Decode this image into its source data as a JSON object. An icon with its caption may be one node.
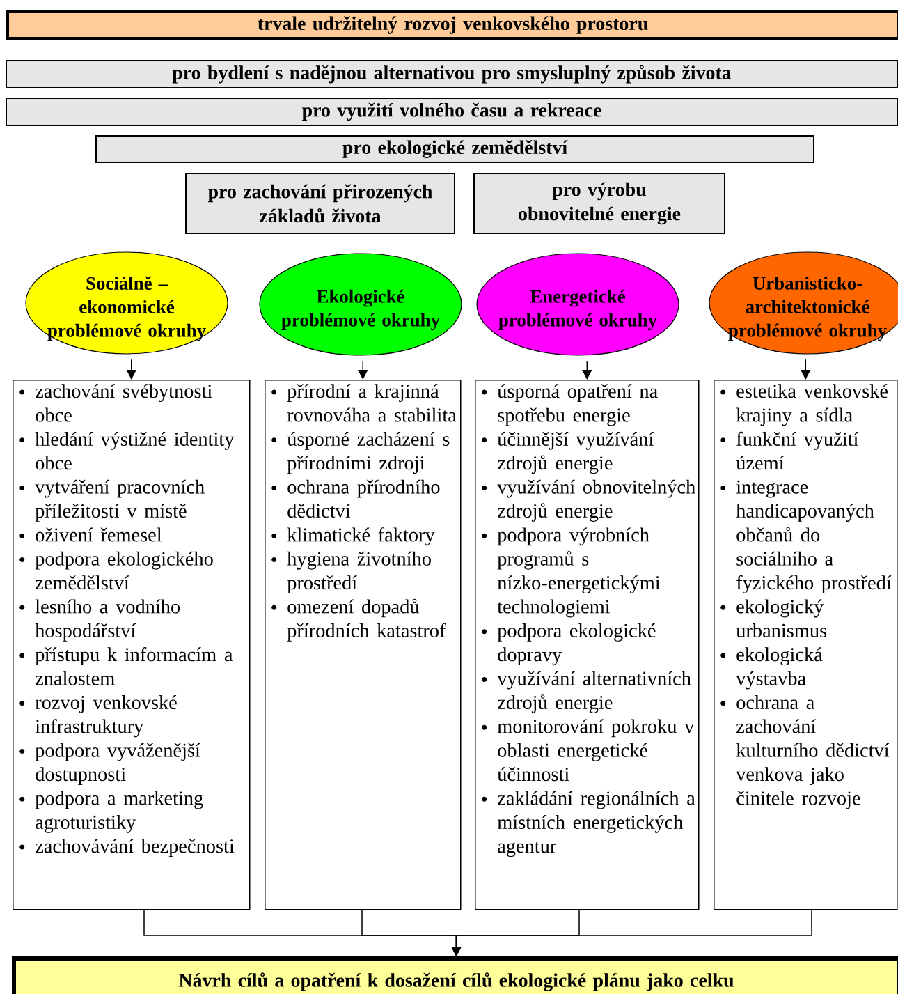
{
  "diagram": {
    "nodes": [
      {
        "text": [
          "trvale udržitelný rozvoj venkovského prostoru"
        ]
      },
      {
        "text": [
          "pro bydlení s nadějnou alternativou pro smysluplný způsob života"
        ]
      },
      {
        "text": [
          "pro využití volného času a rekreace"
        ]
      },
      {
        "text": [
          "pro ekologické zemědělství"
        ]
      },
      {
        "text": [
          "pro zachování přirozených základů života"
        ]
      },
      {
        "text": [
          "pro výrobu obnovitelné energie"
        ]
      },
      {
        "text": [
          "Sociálně – ekonomické problémové okruhy"
        ]
      },
      {
        "text": [
          "Ekologické problémové okruhy"
        ]
      },
      {
        "text": [
          "Energetické problémové okruhy"
        ]
      },
      {
        "text": [
          "Urbanisticko-architektonické problémové okruhy"
        ]
      },
      {
        "text": [
          "zachování svébytnosti obce",
          "hledání výstižné identity obce",
          "vytváření pracovních příležitostí v místě",
          "oživení řemesel",
          "podpora ekologického zemědělství",
          "lesního a vodního hospodářství",
          "přístupu k informacím a znalostem",
          "rozvoj venkovské infrastruktury",
          "podpora vyváženější dostupnosti",
          "podpora a marketing agroturistiky",
          "zachovávání bezpečnosti"
        ]
      },
      {
        "text": [
          "přírodní a krajinná rovnováha a stabilita",
          "úsporné zacházení s přírodními zdroji",
          "ochrana přírodního dědictví",
          "klimatické faktory",
          "hygiena životního prostředí",
          "omezení dopadů přírodních katastrof"
        ]
      },
      {
        "text": [
          "úsporná opatření na spotřebu energie",
          "účinnější využívání zdrojů energie",
          "využívání obnovitelných zdrojů energie",
          "podpora výrobních programů s nízko-energetickými technologiemi",
          "podpora ekologické dopravy",
          "využívání alternativních zdrojů energie",
          "monitorování pokroku v oblasti energetické účinnosti",
          "zakládání regionálních a místních energetických agentur"
        ]
      },
      {
        "text": [
          "estetika venkovské krajiny a sídla",
          "funkční využití území",
          "integrace handicapovaných občanů do sociálního a fyzického prostředí",
          "ekologický urbanismus",
          "ekologická výstavba",
          "ochrana a zachování kulturního dědictví venkova jako činitele rozvoje"
        ]
      },
      {
        "text": [
          "Návrh cílů a opatření k dosažení cílů ekologické plánu jako celku"
        ]
      }
    ],
    "edges": [
      {
        "from": 6,
        "to": 10,
        "arrow": "to"
      },
      {
        "from": 7,
        "to": 11,
        "arrow": "to"
      },
      {
        "from": 8,
        "to": 12,
        "arrow": "to"
      },
      {
        "from": 9,
        "to": 13,
        "arrow": "to"
      },
      {
        "from": 10,
        "to": 14,
        "arrow": "to"
      },
      {
        "from": 11,
        "to": 14,
        "arrow": "to"
      },
      {
        "from": 12,
        "to": 14,
        "arrow": "to"
      },
      {
        "from": 13,
        "to": 14,
        "arrow": "to"
      }
    ]
  }
}
